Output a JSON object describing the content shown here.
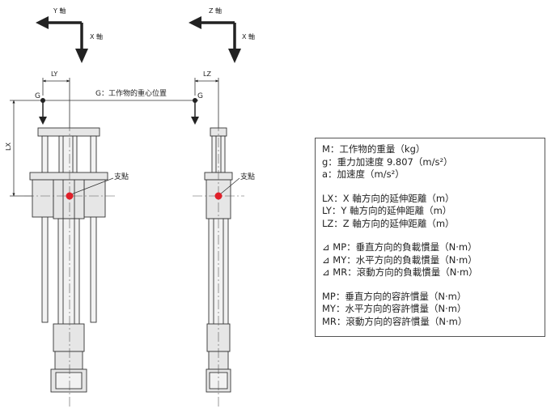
{
  "axes": {
    "left": {
      "horizontal": "Y 軸",
      "vertical": "X 軸"
    },
    "right": {
      "horizontal": "Z 軸",
      "vertical": "X 軸"
    }
  },
  "dimensions": {
    "ly": "LY",
    "lz": "LZ",
    "lx": "LX"
  },
  "center_of_gravity_note": "G：工作物的重心位置",
  "markers": {
    "g_left": "G",
    "g_right": "G",
    "fulcrum_left": "支點",
    "fulcrum_right": "支點"
  },
  "legend": {
    "group1": [
      "M：工作物的重量（kg）",
      "g：重力加速度 9.807（m/s²）",
      "a：加速度（m/s²）"
    ],
    "group2": [
      "LX：X 軸方向的延伸距離（m）",
      "LY：Y 軸方向的延伸距離（m）",
      "LZ：Z 軸方向的延伸距離（m）"
    ],
    "group3": [
      "⊿ MP：垂直方向的負載慣量（N·m）",
      "⊿ MY：水平方向的負載慣量（N·m）",
      "⊿ MR：滾動方向的負載慣量（N·m）"
    ],
    "group4": [
      "MP：垂直方向的容許慣量（N·m）",
      "MY：水平方向的容許慣量（N·m）",
      "MR：滾動方向的容許慣量（N·m）"
    ]
  },
  "colors": {
    "line": "#333333",
    "fill": "#e6e6e6",
    "fulcrum": "#e0202a",
    "arrow": "#222222"
  }
}
